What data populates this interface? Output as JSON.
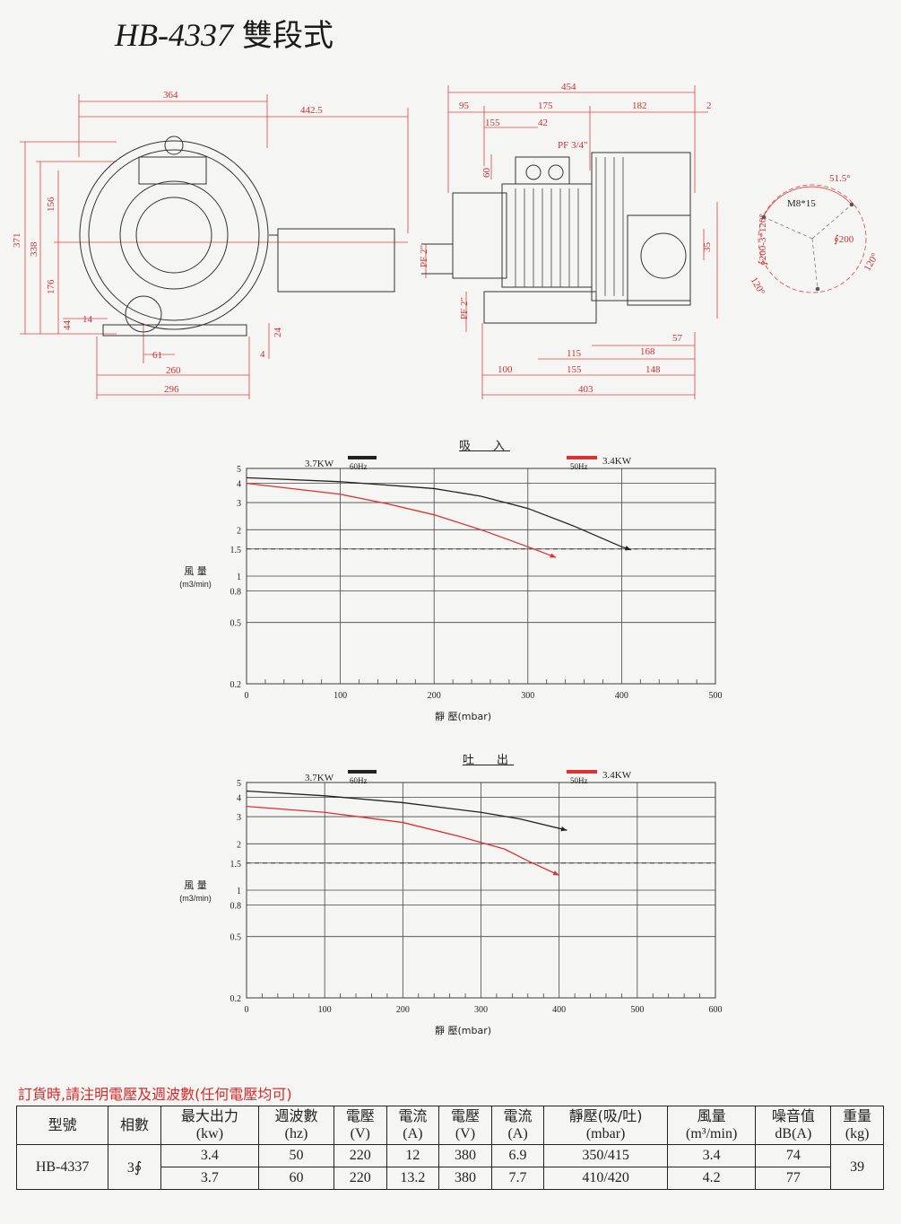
{
  "header": {
    "model": "HB-4337",
    "subtitle": "雙段式"
  },
  "drawing": {
    "left_view": {
      "dims": [
        "364",
        "442.5",
        "371",
        "338",
        "156",
        "176",
        "44",
        "14",
        "61",
        "260",
        "296",
        "24",
        "4"
      ]
    },
    "right_view": {
      "dims": [
        "454",
        "95",
        "175",
        "182",
        "2",
        "155",
        "42",
        "60",
        "PF 2\"",
        "PF 2\"",
        "115",
        "168",
        "57",
        "100",
        "155",
        "148",
        "403",
        "35",
        "PF 3/4\""
      ],
      "vertical_label": "∮200-3*120°"
    },
    "flange": {
      "labels": [
        "51.5°",
        "M8*15",
        "∮200",
        "120°",
        "120°"
      ]
    }
  },
  "chart_data": [
    {
      "type": "line",
      "title": "吸　入",
      "xlabel": "靜 壓(mbar)",
      "ylabel": "風 量",
      "ylabel_unit": "(m3/min)",
      "x_ticks": [
        "0",
        "100",
        "200",
        "300",
        "400",
        "500"
      ],
      "y_ticks": [
        "5",
        "4",
        "3",
        "2",
        "1.5",
        "1",
        "0.8",
        "0.5",
        "0.2"
      ],
      "xlim": [
        0,
        500
      ],
      "ylim": [
        0.2,
        5
      ],
      "y_scale": "log",
      "legend": [
        {
          "text": "3.7KW",
          "tag": "60Hz",
          "color": "#222222"
        },
        {
          "text": "3.4KW",
          "tag": "50Hz",
          "color": "#e03030"
        }
      ],
      "reference_line": 1.5,
      "series": [
        {
          "color": "#222222",
          "x": [
            0,
            100,
            200,
            250,
            300,
            350,
            400,
            410
          ],
          "y": [
            4.35,
            4.1,
            3.7,
            3.3,
            2.75,
            2.1,
            1.55,
            1.48
          ]
        },
        {
          "color": "#e03030",
          "x": [
            0,
            100,
            150,
            200,
            250,
            300,
            330
          ],
          "y": [
            4.0,
            3.4,
            2.95,
            2.5,
            2.0,
            1.55,
            1.32
          ]
        }
      ]
    },
    {
      "type": "line",
      "title": "吐　出",
      "xlabel": "靜 壓(mbar)",
      "ylabel": "風 量",
      "ylabel_unit": "(m3/min)",
      "x_ticks": [
        "0",
        "100",
        "200",
        "300",
        "400",
        "500",
        "600"
      ],
      "y_ticks": [
        "5",
        "4",
        "3",
        "2",
        "1.5",
        "1",
        "0.8",
        "0.5",
        "0.2"
      ],
      "xlim": [
        0,
        600
      ],
      "ylim": [
        0.2,
        5
      ],
      "y_scale": "log",
      "legend": [
        {
          "text": "3.7KW",
          "tag": "60Hz",
          "color": "#222222"
        },
        {
          "text": "3.4KW",
          "tag": "50Hz",
          "color": "#e03030"
        }
      ],
      "reference_line": 1.5,
      "series": [
        {
          "color": "#222222",
          "x": [
            0,
            100,
            200,
            300,
            350,
            410
          ],
          "y": [
            4.4,
            4.1,
            3.7,
            3.2,
            2.9,
            2.45
          ]
        },
        {
          "color": "#e03030",
          "x": [
            0,
            100,
            200,
            270,
            330,
            360,
            400
          ],
          "y": [
            3.5,
            3.2,
            2.75,
            2.25,
            1.85,
            1.55,
            1.25
          ]
        }
      ]
    }
  ],
  "note": "訂貨時,請注明電壓及週波數(任何電壓均可)",
  "table": {
    "headers": [
      {
        "label": "型號",
        "unit": ""
      },
      {
        "label": "相數",
        "unit": ""
      },
      {
        "label": "最大出力",
        "unit": "(kw)"
      },
      {
        "label": "週波數",
        "unit": "(hz)"
      },
      {
        "label": "電壓",
        "unit": "(V)"
      },
      {
        "label": "電流",
        "unit": "(A)"
      },
      {
        "label": "電壓",
        "unit": "(V)"
      },
      {
        "label": "電流",
        "unit": "(A)"
      },
      {
        "label": "靜壓(吸/吐)",
        "unit": "(mbar)"
      },
      {
        "label": "風量",
        "unit": "(m³/min)"
      },
      {
        "label": "噪音值",
        "unit": "dB(A)"
      },
      {
        "label": "重量",
        "unit": "(kg)"
      }
    ],
    "model": "HB-4337",
    "phase": "3∮",
    "weight": "39",
    "rows": [
      [
        "3.4",
        "50",
        "220",
        "12",
        "380",
        "6.9",
        "350/415",
        "3.4",
        "74"
      ],
      [
        "3.7",
        "60",
        "220",
        "13.2",
        "380",
        "7.7",
        "410/420",
        "4.2",
        "77"
      ]
    ]
  }
}
